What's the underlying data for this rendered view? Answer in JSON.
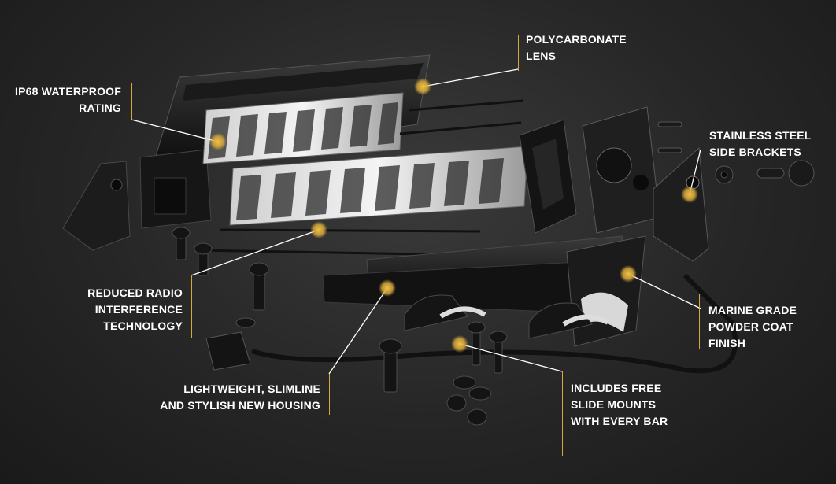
{
  "colors": {
    "accent": "#d6a93a",
    "background": "#262626",
    "text": "#ffffff"
  },
  "callouts": [
    {
      "id": "polycarbonate-lens",
      "lines": [
        "POLYCARBONATE",
        "LENS"
      ]
    },
    {
      "id": "ip68-rating",
      "lines": [
        "IP68 WATERPROOF",
        "RATING"
      ]
    },
    {
      "id": "side-brackets",
      "lines": [
        "STAINLESS STEEL",
        "SIDE BRACKETS"
      ]
    },
    {
      "id": "radio-interference",
      "lines": [
        "REDUCED RADIO",
        "INTERFERENCE",
        "TECHNOLOGY"
      ]
    },
    {
      "id": "marine-coat",
      "lines": [
        "MARINE GRADE",
        "POWDER COAT",
        "FINISH"
      ]
    },
    {
      "id": "slimline-housing",
      "lines": [
        "LIGHTWEIGHT, SLIMLINE",
        "AND STYLISH NEW HOUSING"
      ]
    },
    {
      "id": "slide-mounts",
      "lines": [
        "INCLUDES FREE",
        "SLIDE MOUNTS",
        "WITH EVERY BAR"
      ]
    }
  ]
}
